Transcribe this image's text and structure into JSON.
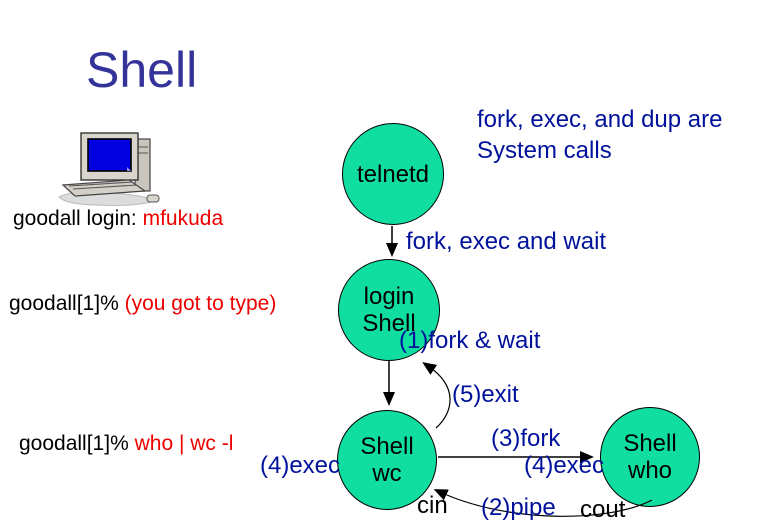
{
  "slide": {
    "title": "Shell",
    "colors": {
      "title_text": "#333399",
      "annotation_text": "#00119b",
      "node_fill": "#0fdea0",
      "node_border": "#000000",
      "terminal_prompt": "#000000",
      "terminal_input": "#ee0000",
      "monitor_screen": "#0000e0"
    },
    "terminal_lines": [
      {
        "prompt": "goodall login: ",
        "input": "mfukuda"
      },
      {
        "prompt": "goodall[1]% ",
        "input": "(you got to type)"
      },
      {
        "prompt": "goodall[1]% ",
        "input": "who | wc -l"
      }
    ],
    "nodes": {
      "telnetd": {
        "label": "telnetd"
      },
      "login_shell": {
        "label": "login\nShell"
      },
      "shell_wc": {
        "label": "Shell\nwc"
      },
      "shell_who": {
        "label": "Shell\nwho"
      }
    },
    "annotations": {
      "system_calls_note": "fork, exec, and dup are\nSystem calls",
      "fork_exec_wait": "fork, exec and wait",
      "step1": "(1)fork & wait",
      "step5": "(5)exit",
      "step3": "(3)fork",
      "step4_left": "(4)exec",
      "step4_right": "(4)exec",
      "step2": "(2)pipe"
    },
    "streams": {
      "cin": "cin",
      "cout": "cout"
    }
  }
}
